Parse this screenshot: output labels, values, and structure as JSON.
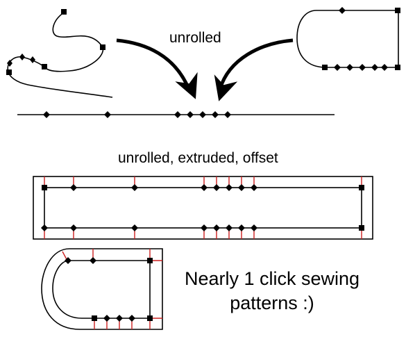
{
  "labels": {
    "unrolled": "unrolled",
    "unrolled_extruded_offset": "unrolled, extruded, offset",
    "note_line1": "Nearly 1 click sewing",
    "note_line2": "patterns :)"
  },
  "colors": {
    "stroke": "#000000",
    "marker": "#000000",
    "seam_tick": "#cc1f1f",
    "background": "#ffffff"
  },
  "icons": {
    "vertex_marker": "diamond-icon",
    "corner_marker": "square-icon",
    "unroll_arrow": "curved-arrow-icon"
  }
}
